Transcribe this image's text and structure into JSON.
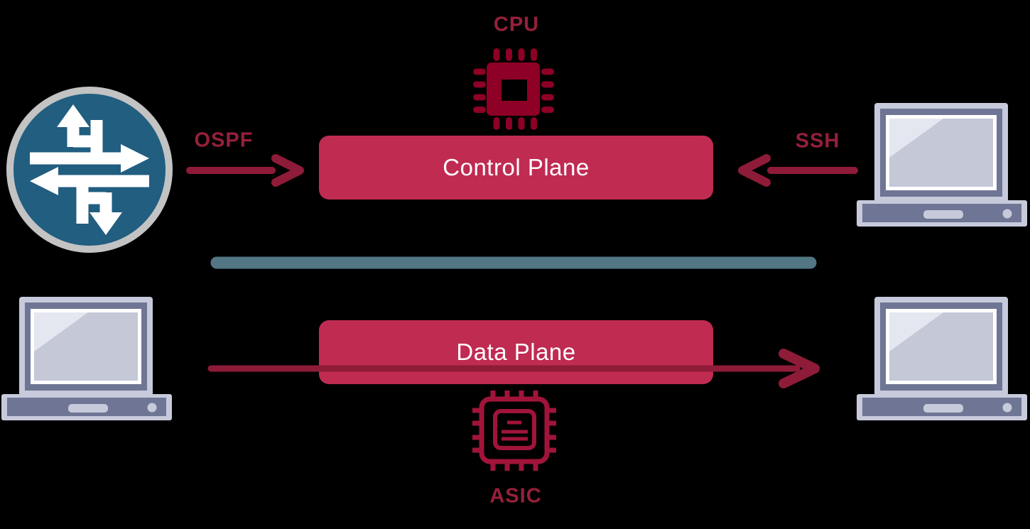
{
  "diagram": {
    "planes": [
      {
        "id": "control-plane",
        "label": "Control Plane",
        "attached_chip": "CPU"
      },
      {
        "id": "data-plane",
        "label": "Data Plane",
        "attached_chip": "ASIC"
      }
    ],
    "labels": {
      "cpu": "CPU",
      "ospf": "OSPF",
      "ssh": "SSH",
      "asic": "ASIC"
    },
    "arrows": [
      {
        "label": "OSPF",
        "from": "router-icon",
        "to": "Control Plane",
        "direction": "right"
      },
      {
        "label": "SSH",
        "from": "laptop (top right)",
        "to": "Control Plane",
        "direction": "left"
      },
      {
        "label": "",
        "from": "laptop (bottom left)",
        "to": "laptop (bottom right)",
        "through": "Data Plane",
        "direction": "right"
      }
    ],
    "icons": {
      "router": "router-icon",
      "cpu_chip": "cpu-chip-icon",
      "asic_chip": "asic-chip-icon",
      "laptops": [
        "laptop-icon-top-right",
        "laptop-icon-bottom-left",
        "laptop-icon-bottom-right"
      ]
    },
    "colors": {
      "background": "#000000",
      "plane_box": "#C02B52",
      "plane_text": "#FFFFFF",
      "arrow": "#8E1B38",
      "label_text": "#96203A",
      "chip_fill": "#8E0025",
      "chip_outline": "#A1143A",
      "divider": "#527683",
      "router_blue": "#215E80",
      "router_ring": "#C3C3C3",
      "laptop_frame": "#C7CADB",
      "laptop_body": "#6F7594",
      "laptop_screen": "#C4C8D7",
      "laptop_highlight": "#E4E6F0"
    }
  }
}
